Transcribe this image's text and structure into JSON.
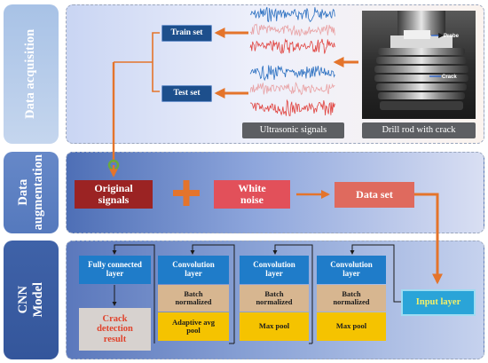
{
  "sections": {
    "acquisition": "Data acquisition",
    "augmentation_line1": "Data",
    "augmentation_line2": "augmentation",
    "cnn_line1": "CNN",
    "cnn_line2": "Model"
  },
  "acquisition": {
    "train_set": "Train set",
    "test_set": "Test set",
    "ultrasonic_caption": "Ultrasonic signals",
    "drill_caption": "Drill rod with crack",
    "probe_label": "Probe",
    "crack_label": "Crack"
  },
  "augmentation": {
    "original_line1": "Original",
    "original_line2": "signals",
    "plus": "+",
    "noise_line1": "White",
    "noise_line2": "noise",
    "data_set": "Data set"
  },
  "cnn": {
    "fc_line1": "Fully connected",
    "fc_line2": "layer",
    "result_line1": "Crack",
    "result_line2": "detection",
    "result_line3": "result",
    "conv_line1": "Convolution",
    "conv_line2": "layer",
    "bn_line1": "Batch",
    "bn_line2": "normalized",
    "adaptive_line1": "Adaptive avg",
    "adaptive_line2": "pool",
    "max_pool": "Max pool",
    "input_layer": "Input layer"
  },
  "colors": {
    "arrow_orange": "#e4742b",
    "signal_blue": "#2a6fc0",
    "signal_red": "#e0433f",
    "conv_blue": "#1f7cc9",
    "bn_tan": "#d7b690",
    "pool_yellow": "#f5c300"
  }
}
